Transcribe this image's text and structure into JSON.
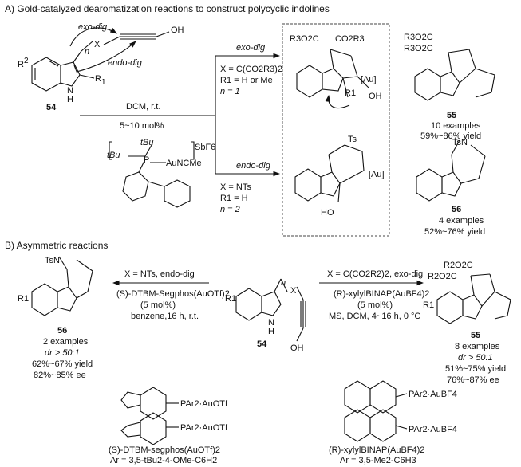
{
  "section_a": {
    "title": "A) Gold-catalyzed dearomatization reactions to construct polycyclic indolines",
    "sm_label": "54",
    "sm_r2": "R",
    "sm_r1": "R",
    "sm_x": "X",
    "sm_n": "n",
    "sm_oh": "OH",
    "sm_nh": "N",
    "sm_h": "H",
    "exo_dig": "exo-dig",
    "endo_dig": "endo-dig",
    "conditions": "DCM, r.t.",
    "catalyst_loading": "5~10 mol%",
    "catalyst_tbu1": "tBu",
    "catalyst_tbu2": "tBu",
    "catalyst_p": "P",
    "catalyst_au": "AuNCMe",
    "catalyst_anion": "SbF6",
    "top_route_label": "exo-dig",
    "top_route_x": "X = C(CO2R3)2",
    "top_route_r1": "R1 = H or Me",
    "top_route_n": "n = 1",
    "bottom_route_label": "endo-dig",
    "bottom_route_x": "X = NTs",
    "bottom_route_r1": "R1 = H",
    "bottom_route_n": "n = 2",
    "int_top_co2r3_a": "R3O2C",
    "int_top_co2r3_b": "CO2R3",
    "int_top_au": "[Au]",
    "int_top_oh": "OH",
    "int_top_r1": "R1",
    "int_bottom_ts": "Ts",
    "int_bottom_au": "[Au]",
    "int_bottom_ho": "HO",
    "prod55_label": "55",
    "prod55_examples": "10 examples",
    "prod55_yield": "59%~86% yield",
    "prod56_label": "56",
    "prod56_examples": "4 examples",
    "prod56_yield": "52%~76% yield",
    "prod_tsn": "TsN"
  },
  "section_b": {
    "title": "B) Asymmetric reactions",
    "left_route": "X = NTs, endo-dig",
    "left_catalyst": "(S)-DTBM-Segphos(AuOTf)2",
    "left_loading": "(5 mol%)",
    "left_conditions": "benzene,16 h, r.t.",
    "right_route": "X = C(CO2R2)2, exo-dig",
    "right_catalyst": "(R)-xylylBINAP(AuBF4)2",
    "right_loading": "(5 mol%)",
    "right_conditions": "MS, DCM, 4~16 h, 0 °C",
    "sm_label": "54",
    "sm_r1": "R1",
    "sm_x": "X",
    "sm_n": "n",
    "sm_oh": "OH",
    "sm_nh": "N",
    "sm_h": "H",
    "p56_label": "56",
    "p56_tsn": "TsN",
    "p56_examples": "2 examples",
    "p56_dr": "dr > 50:1",
    "p56_yield": "62%~67% yield",
    "p56_ee": "82%~85% ee",
    "p55_label": "55",
    "p55_co2r2_a": "R2O2C",
    "p55_co2r2_b": "R2O2C",
    "p55_examples": "8 examples",
    "p55_dr": "dr > 50:1",
    "p55_yield": "51%~75% yield",
    "p55_ee": "76%~87% ee",
    "lig_left_top": "PAr2·AuOTf",
    "lig_left_bottom": "PAr2·AuOTf",
    "lig_left_name": "(S)-DTBM-segphos(AuOTf)2",
    "lig_left_ar": "Ar = 3,5-tBu2-4-OMe-C6H2",
    "lig_right_top": "PAr2·AuBF4",
    "lig_right_bottom": "PAr2·AuBF4",
    "lig_right_name": "(R)-xylylBINAP(AuBF4)2",
    "lig_right_ar": "Ar = 3,5-Me2-C6H3"
  }
}
